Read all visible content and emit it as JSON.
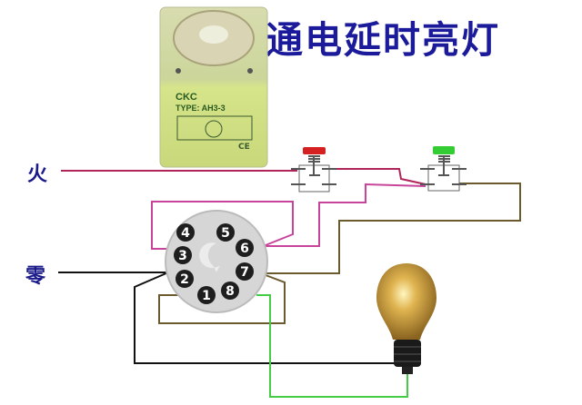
{
  "title": "通电延时亮灯",
  "labels": {
    "live": "火",
    "neutral": "零"
  },
  "relay": {
    "brand": "CKC",
    "type": "TYPE: AH3-3",
    "mark": "CE"
  },
  "socket_pins": [
    "1",
    "2",
    "3",
    "4",
    "5",
    "6",
    "7",
    "8"
  ],
  "colors": {
    "title": "#1a1a9a",
    "live_wire": "#b0245a",
    "magenta_wire": "#c8449a",
    "brown_wire": "#6b5a2e",
    "neutral_wire": "#111111",
    "green_wire": "#44cc44",
    "red_button": "#d42020",
    "green_button": "#33cc33"
  }
}
